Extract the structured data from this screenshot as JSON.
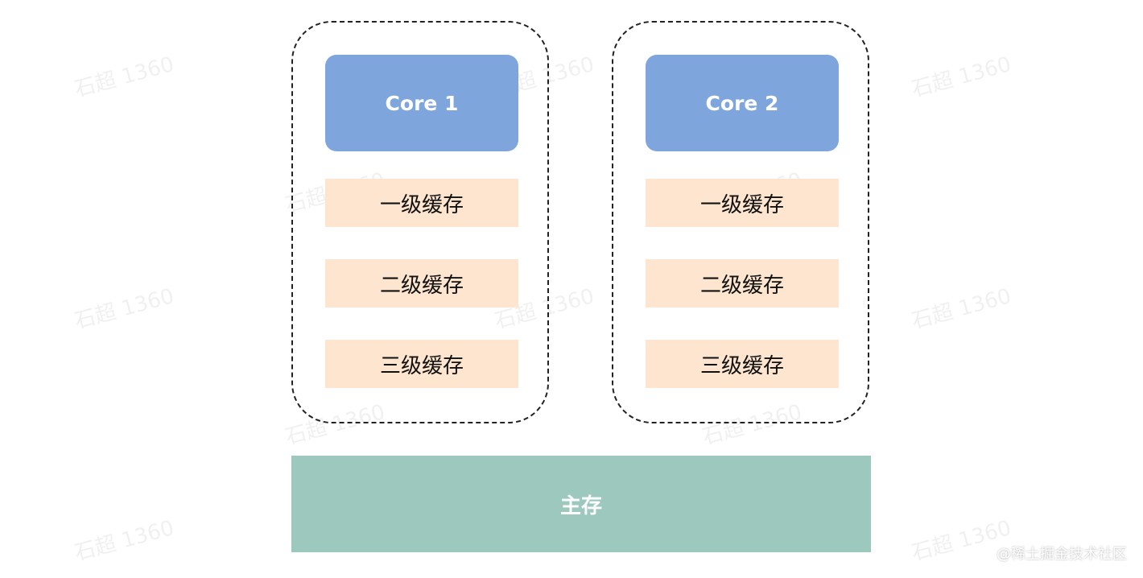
{
  "watermark_text": "石超 1360",
  "cores": [
    {
      "label": "Core 1",
      "caches": [
        "一级缓存",
        "二级缓存",
        "三级缓存"
      ]
    },
    {
      "label": "Core 2",
      "caches": [
        "一级缓存",
        "二级缓存",
        "三级缓存"
      ]
    }
  ],
  "main_memory": {
    "label": "主存"
  },
  "credit": "@稀土掘金技术社区",
  "colors": {
    "core": "#7ea6dd",
    "cache": "#fde5cf",
    "main_memory": "#9dc8bd",
    "group_border": "#222222"
  }
}
